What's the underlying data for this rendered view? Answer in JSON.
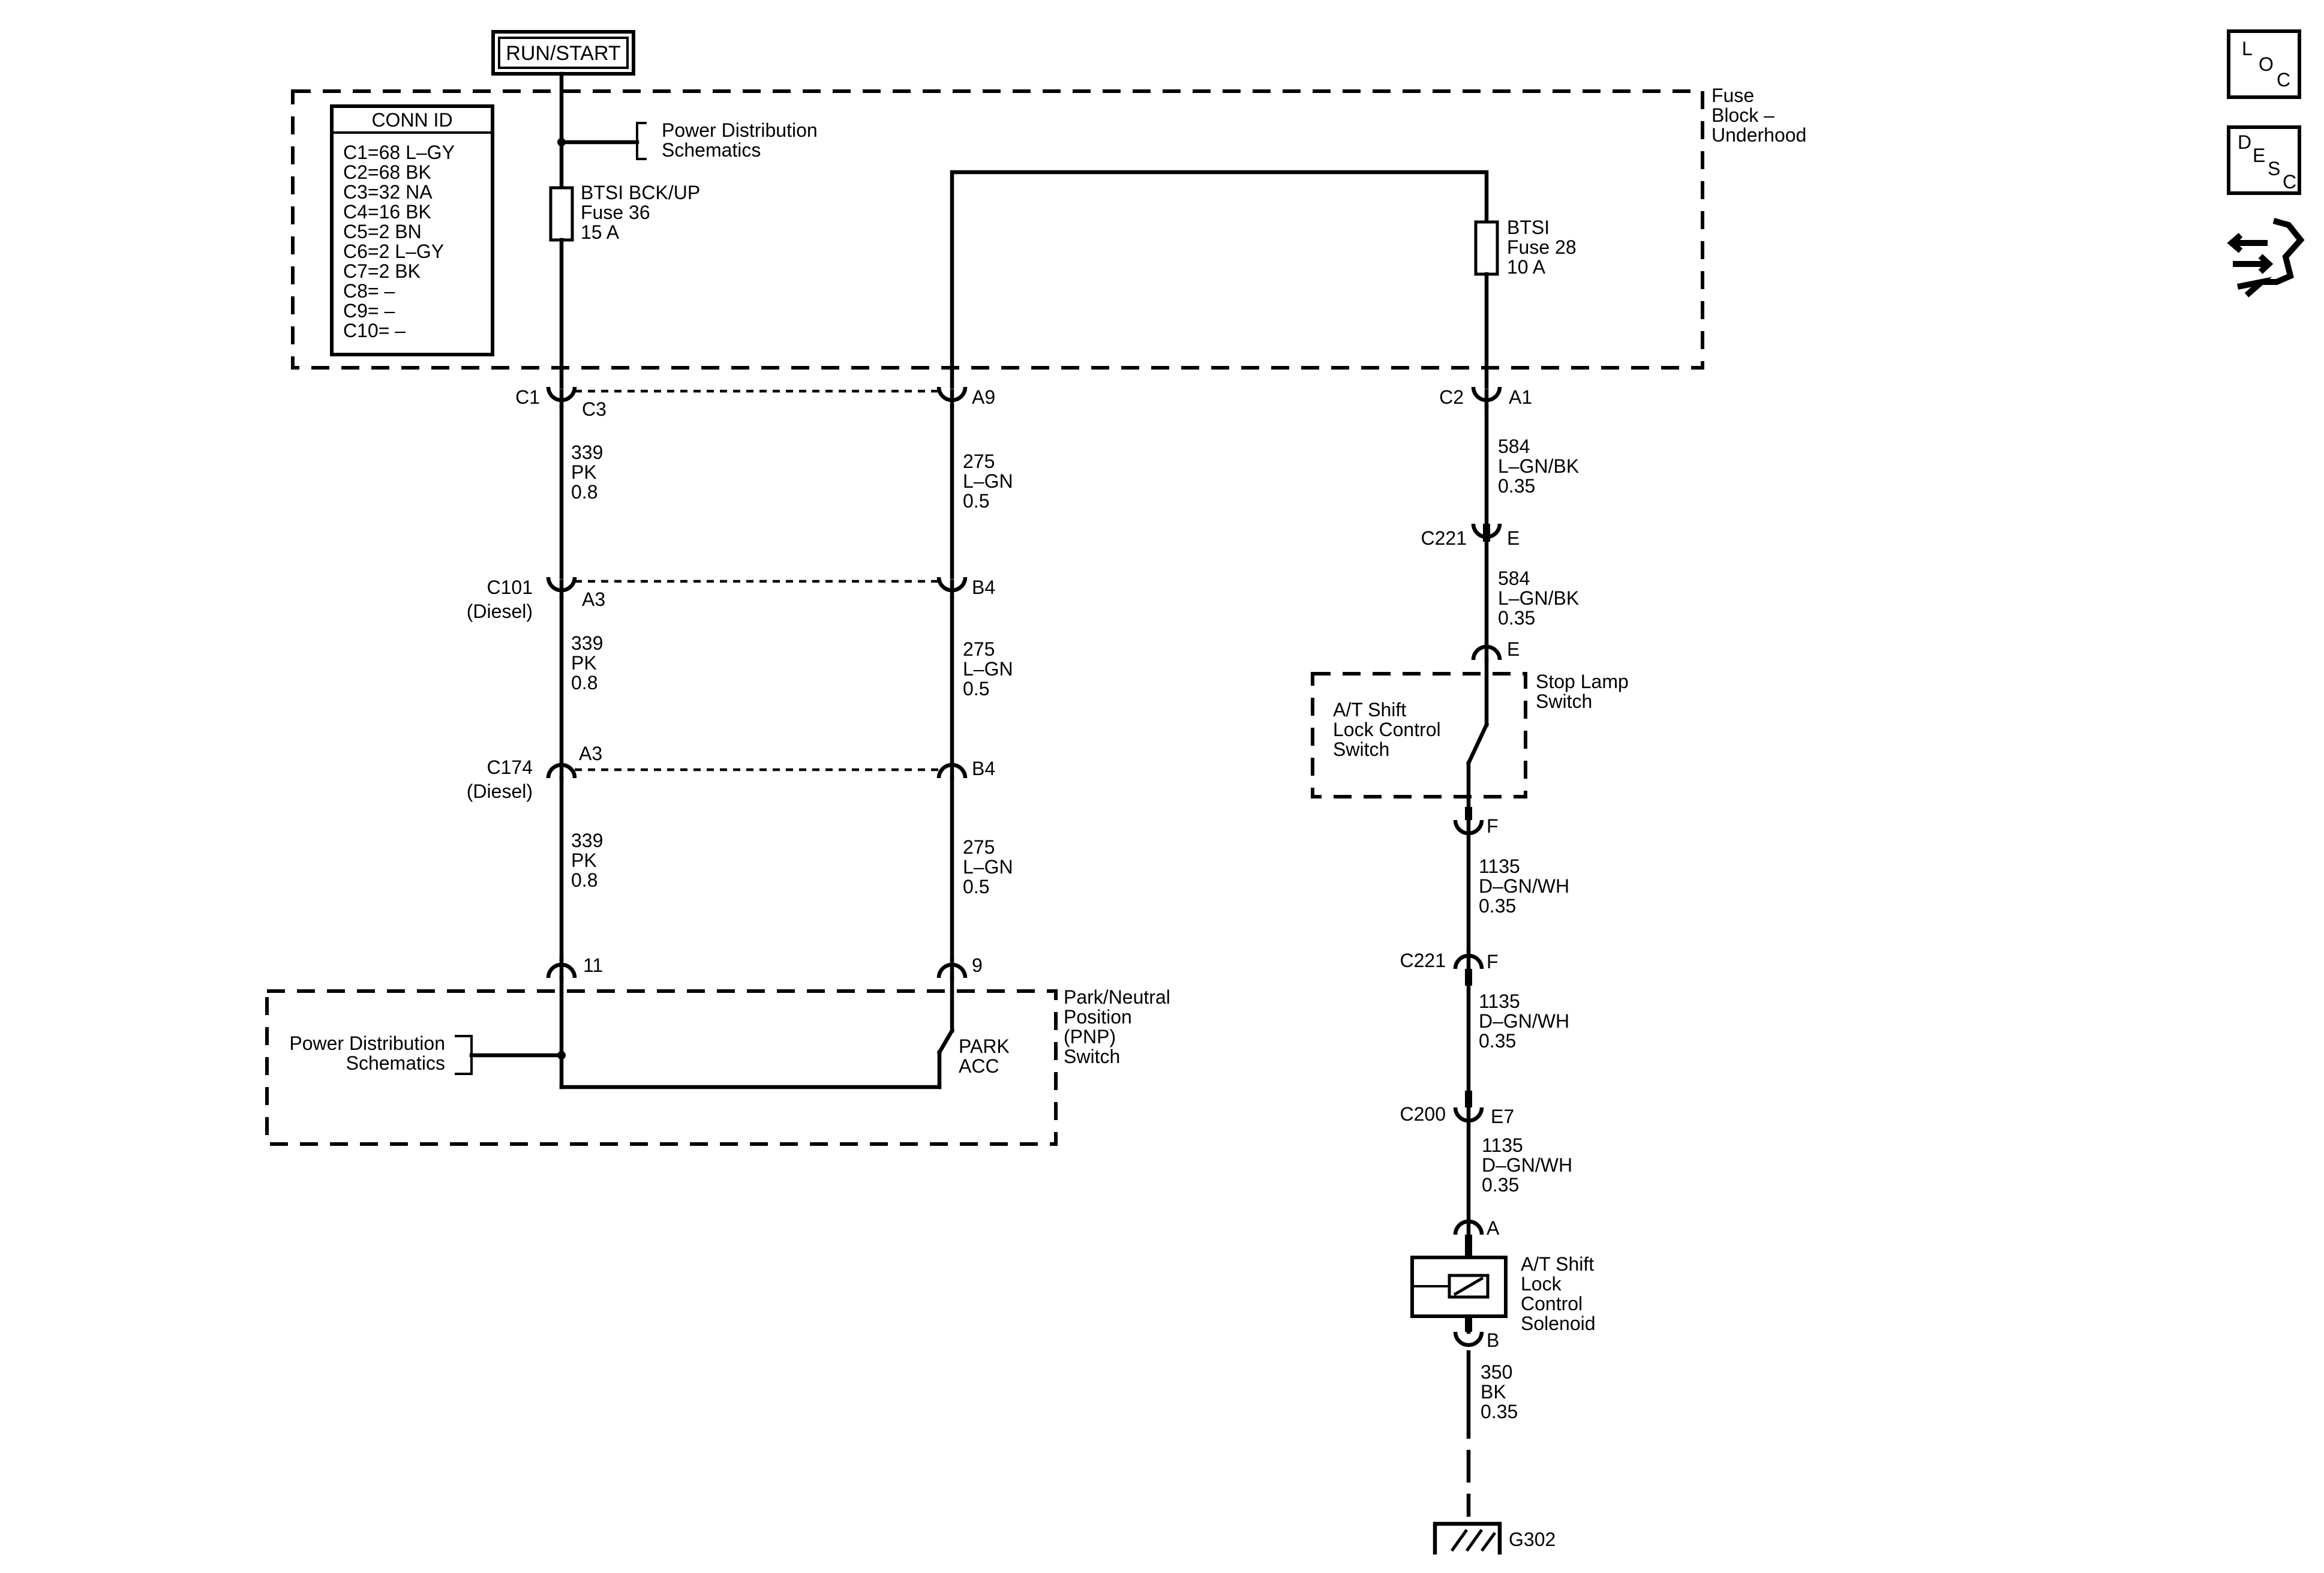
{
  "run_start_label": "RUN/START",
  "conn_id": {
    "title": "CONN ID",
    "rows": [
      "C1=68 L–GY",
      "C2=68 BK",
      "C3=32 NA",
      "C4=16 BK",
      "C5=2 BN",
      "C6=2 L–GY",
      "C7=2 BK",
      "C8= –",
      "C9= –",
      "C10= –"
    ]
  },
  "power_dist_top": [
    "Power Distribution",
    "Schematics"
  ],
  "fuse36": [
    "BTSI BCK/UP",
    "Fuse 36",
    "15 A"
  ],
  "fuse28": [
    "BTSI",
    "Fuse 28",
    "10 A"
  ],
  "fuse_block": [
    "Fuse",
    "Block –",
    "Underhood"
  ],
  "connectors": {
    "c1": "C1",
    "c3": "C3",
    "a9": "A9",
    "c2": "C2",
    "a1": "A1",
    "c221_top": "C221",
    "e_top": "E",
    "e_switch": "E",
    "c101": "C101",
    "diesel1": "(Diesel)",
    "a3_c101": "A3",
    "b4_c101": "B4",
    "c174": "C174",
    "diesel2": "(Diesel)",
    "a3_c174": "A3",
    "b4_c174": "B4",
    "pin11": "11",
    "pin9": "9",
    "f_switch": "F",
    "c221_mid": "C221",
    "f_mid": "F",
    "c200": "C200",
    "e7": "E7",
    "a_sol": "A",
    "b_sol": "B"
  },
  "wires": {
    "left1": [
      "339",
      "PK",
      "0.8"
    ],
    "left2": [
      "339",
      "PK",
      "0.8"
    ],
    "left3": [
      "339",
      "PK",
      "0.8"
    ],
    "mid1": [
      "275",
      "L–GN",
      "0.5"
    ],
    "mid2": [
      "275",
      "L–GN",
      "0.5"
    ],
    "mid3": [
      "275",
      "L–GN",
      "0.5"
    ],
    "right1": [
      "584",
      "L–GN/BK",
      "0.35"
    ],
    "right2": [
      "584",
      "L–GN/BK",
      "0.35"
    ],
    "right3": [
      "1135",
      "D–GN/WH",
      "0.35"
    ],
    "right4": [
      "1135",
      "D–GN/WH",
      "0.35"
    ],
    "right5": [
      "1135",
      "D–GN/WH",
      "0.35"
    ],
    "right6": [
      "350",
      "BK",
      "0.35"
    ]
  },
  "at_switch": [
    "A/T Shift",
    "Lock Control",
    "Switch"
  ],
  "stop_lamp": [
    "Stop Lamp",
    "Switch"
  ],
  "pnp": [
    "Park/Neutral",
    "Position",
    "(PNP)",
    "Switch"
  ],
  "pnp_contact": [
    "PARK",
    "ACC"
  ],
  "power_dist_bottom": [
    "Power Distribution",
    "Schematics"
  ],
  "solenoid": [
    "A/T Shift",
    "Lock",
    "Control",
    "Solenoid"
  ],
  "ground": "G302",
  "side_icons": {
    "loc": [
      "L",
      "O",
      "C"
    ],
    "desc": [
      "D",
      "E",
      "S",
      "C"
    ],
    "names": [
      "location-icon",
      "description-icon",
      "connector-tool-icon"
    ]
  }
}
